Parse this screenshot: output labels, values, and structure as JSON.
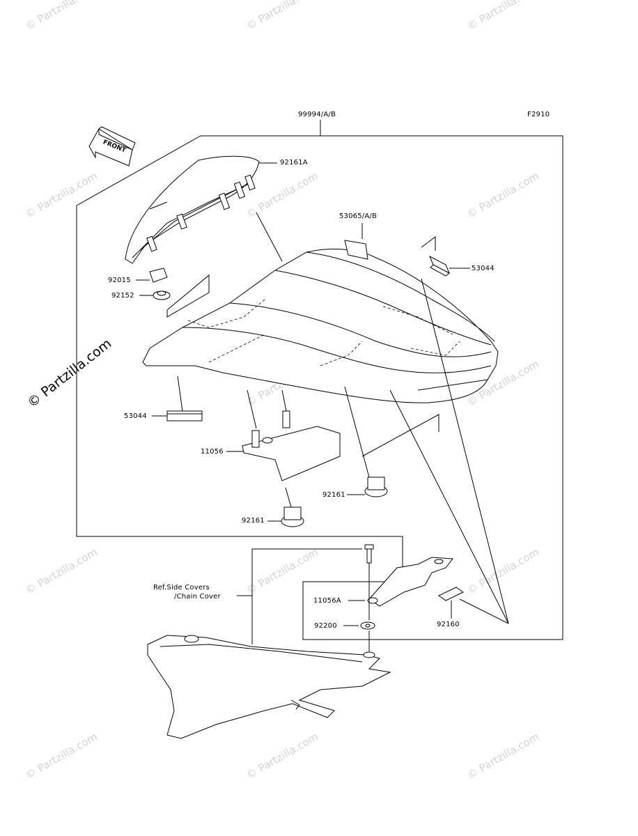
{
  "diagram": {
    "figure_code": "F2910",
    "assembly_label": "99994/A/B",
    "direction_label": "FRONT",
    "callouts": {
      "p92161A": "92161A",
      "p53065": "53065/A/B",
      "p53044_right": "53044",
      "p92015": "92015",
      "p92152": "92152",
      "p53044_left": "53044",
      "p11056": "11056",
      "p92161_right": "92161",
      "p92161_left": "92161",
      "p11056A": "11056A",
      "p92200": "92200",
      "p92160": "92160"
    },
    "reference_note_line1": "Ref.Side Covers",
    "reference_note_line2": "/Chain Cover"
  },
  "watermarks": {
    "small": "© Partzilla.com",
    "large": "© Partzilla.com"
  }
}
